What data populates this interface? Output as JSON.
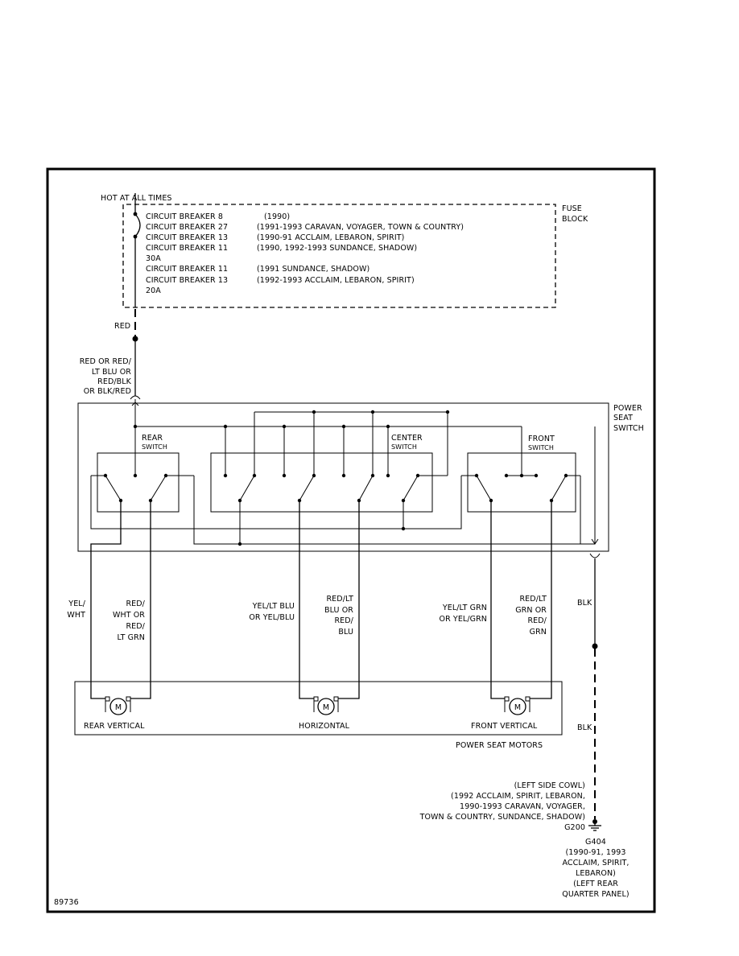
{
  "fuse_block": {
    "hot_label": "HOT AT ALL TIMES",
    "title_line1": "FUSE",
    "title_line2": "BLOCK",
    "rows": [
      {
        "name": "CIRCUIT BREAKER 8",
        "years": "(1990)"
      },
      {
        "name": "CIRCUIT BREAKER 27",
        "years": "(1991-1993 CARAVAN, VOYAGER, TOWN & COUNTRY)"
      },
      {
        "name": "CIRCUIT BREAKER 13",
        "years": "(1990-91 ACCLAIM, LEBARON, SPIRIT)"
      },
      {
        "name": "CIRCUIT BREAKER 11",
        "years": "(1990, 1992-1993 SUNDANCE, SHADOW)"
      },
      {
        "name": "30A",
        "years": ""
      },
      {
        "name": "CIRCUIT BREAKER 11",
        "years": "(1991 SUNDANCE, SHADOW)"
      },
      {
        "name": "CIRCUIT BREAKER 13",
        "years": "(1992-1993 ACCLAIM, LEBARON, SPIRIT)"
      },
      {
        "name": "20A",
        "years": ""
      }
    ]
  },
  "wires": {
    "red": "RED",
    "feed": [
      "RED OR RED/",
      "LT BLU OR",
      "RED/BLK",
      "OR BLK/RED"
    ],
    "rear_a": [
      "YEL/",
      "WHT"
    ],
    "rear_b": [
      "RED/",
      "WHT OR",
      "RED/",
      "LT GRN"
    ],
    "horiz_a": [
      "YEL/LT BLU",
      "OR YEL/BLU"
    ],
    "horiz_b": [
      "RED/LT",
      "BLU OR",
      "RED/",
      "BLU"
    ],
    "front_a": [
      "YEL/LT GRN",
      "OR YEL/GRN"
    ],
    "front_b": [
      "RED/LT",
      "GRN OR",
      "RED/",
      "GRN"
    ],
    "blk1": "BLK",
    "blk2": "BLK"
  },
  "power_seat_switch": {
    "title": [
      "POWER",
      "SEAT",
      "SWITCH"
    ],
    "rear": [
      "REAR",
      "SWITCH"
    ],
    "center": [
      "CENTER",
      "SWITCH"
    ],
    "front": [
      "FRONT",
      "SWITCH"
    ]
  },
  "motors": {
    "symbol": "M",
    "rear": "REAR VERTICAL",
    "horizontal": "HORIZONTAL",
    "front": "FRONT VERTICAL",
    "group": "POWER SEAT MOTORS"
  },
  "ground": {
    "g200_notes": [
      "(LEFT SIDE COWL)",
      "(1992 ACCLAIM, SPIRIT, LEBARON,",
      "1990-1993 CARAVAN, VOYAGER,",
      "TOWN & COUNTRY, SUNDANCE, SHADOW)"
    ],
    "g200": "G200",
    "g404_notes": [
      "G404",
      "(1990-91, 1993",
      "ACCLAIM, SPIRIT,",
      "LEBARON)",
      "(LEFT REAR",
      "QUARTER PANEL)"
    ]
  },
  "figure_id": "89736"
}
